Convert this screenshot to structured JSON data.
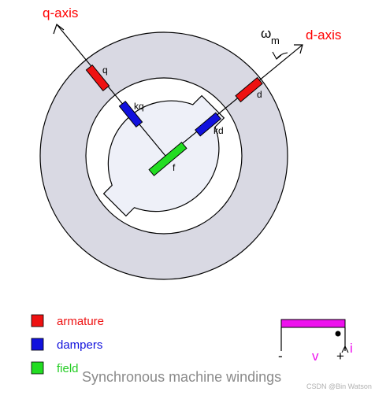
{
  "axes": {
    "q_axis": "q-axis",
    "d_axis": "d-axis",
    "omega": "ω",
    "omega_sub": "m"
  },
  "winding_labels": {
    "q": "q",
    "kq": "kq",
    "d": "d",
    "kd": "kd",
    "f": "f"
  },
  "legend": [
    {
      "label": "armature",
      "color": "#ee1111"
    },
    {
      "label": "dampers",
      "color": "#1111dd"
    },
    {
      "label": "field",
      "color": "#22dd22"
    }
  ],
  "source": {
    "minus": "-",
    "plus": "+",
    "v": "v",
    "i": "i",
    "color": "#ee11ee"
  },
  "caption": "Synchronous machine windings",
  "watermark": "CSDN @Bin Watson",
  "colors": {
    "stator": "#d9d9e3",
    "rotor": "#eef0f8",
    "outline": "#000000",
    "axis_label": "#ff0000"
  }
}
